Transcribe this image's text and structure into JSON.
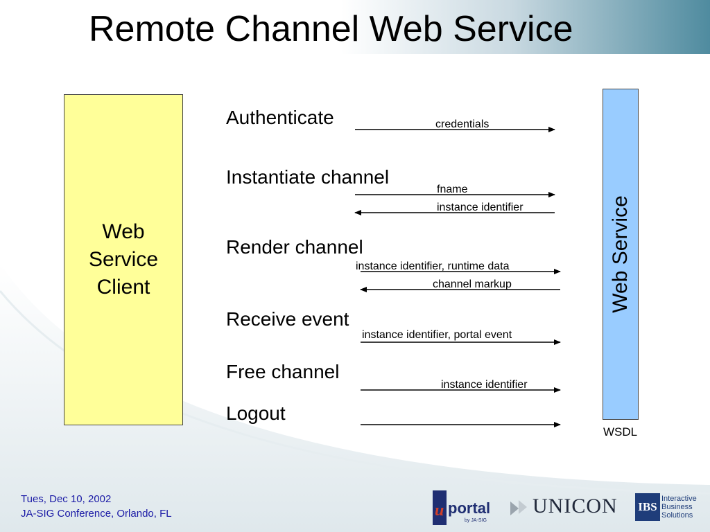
{
  "title": "Remote Channel Web Service",
  "client": {
    "label_lines": [
      "Web",
      "Service",
      "Client"
    ]
  },
  "service": {
    "label": "Web Service",
    "sublabel": "WSDL"
  },
  "operations": [
    {
      "name": "Authenticate",
      "messages": [
        {
          "text": "credentials",
          "direction": "request"
        }
      ]
    },
    {
      "name": "Instantiate channel",
      "messages": [
        {
          "text": "fname",
          "direction": "request"
        },
        {
          "text": "instance identifier",
          "direction": "response"
        }
      ]
    },
    {
      "name": "Render channel",
      "messages": [
        {
          "text": "instance identifier, runtime data",
          "direction": "request"
        },
        {
          "text": "channel markup",
          "direction": "response"
        }
      ]
    },
    {
      "name": "Receive event",
      "messages": [
        {
          "text": "instance identifier, portal event",
          "direction": "request"
        }
      ]
    },
    {
      "name": "Free channel",
      "messages": [
        {
          "text": "instance identifier",
          "direction": "request"
        }
      ]
    },
    {
      "name": "Logout",
      "messages": [
        {
          "direction": "request"
        }
      ]
    }
  ],
  "footer": {
    "date": "Tues, Dec 10, 2002",
    "event": "JA-SIG Conference, Orlando, FL"
  },
  "logos": {
    "uportal": {
      "word": "portal",
      "prefix": "u",
      "byline": "by JA-SIG"
    },
    "unicon": {
      "word": "UNICON"
    },
    "ibs": {
      "mark": "IBS",
      "lines": [
        "Interactive",
        "Business",
        "Solutions"
      ]
    }
  },
  "colors": {
    "client_fill": "#ffff99",
    "service_fill": "#99ccff",
    "header_accent": "#4f8b9f",
    "footer_text": "#1a1aa6"
  }
}
